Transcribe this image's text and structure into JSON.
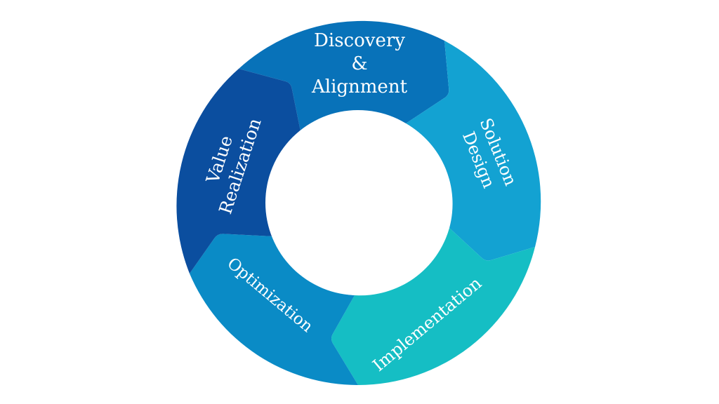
{
  "diagram": {
    "type": "cycle",
    "stages": [
      {
        "id": "discovery",
        "lines": [
          "Discovery",
          "&",
          "Alignment"
        ],
        "color": "#0872b9"
      },
      {
        "id": "solution-design",
        "lines": [
          "Solution",
          "Design"
        ],
        "color": "#13a2d2"
      },
      {
        "id": "implementation",
        "lines": [
          "Implementation"
        ],
        "color": "#15bec4"
      },
      {
        "id": "optimization",
        "lines": [
          "Optimization"
        ],
        "color": "#0a8bc6"
      },
      {
        "id": "value-realization",
        "lines": [
          "Value",
          "Realization"
        ],
        "color": "#0b4e9f"
      }
    ],
    "background": "#ffffff"
  }
}
